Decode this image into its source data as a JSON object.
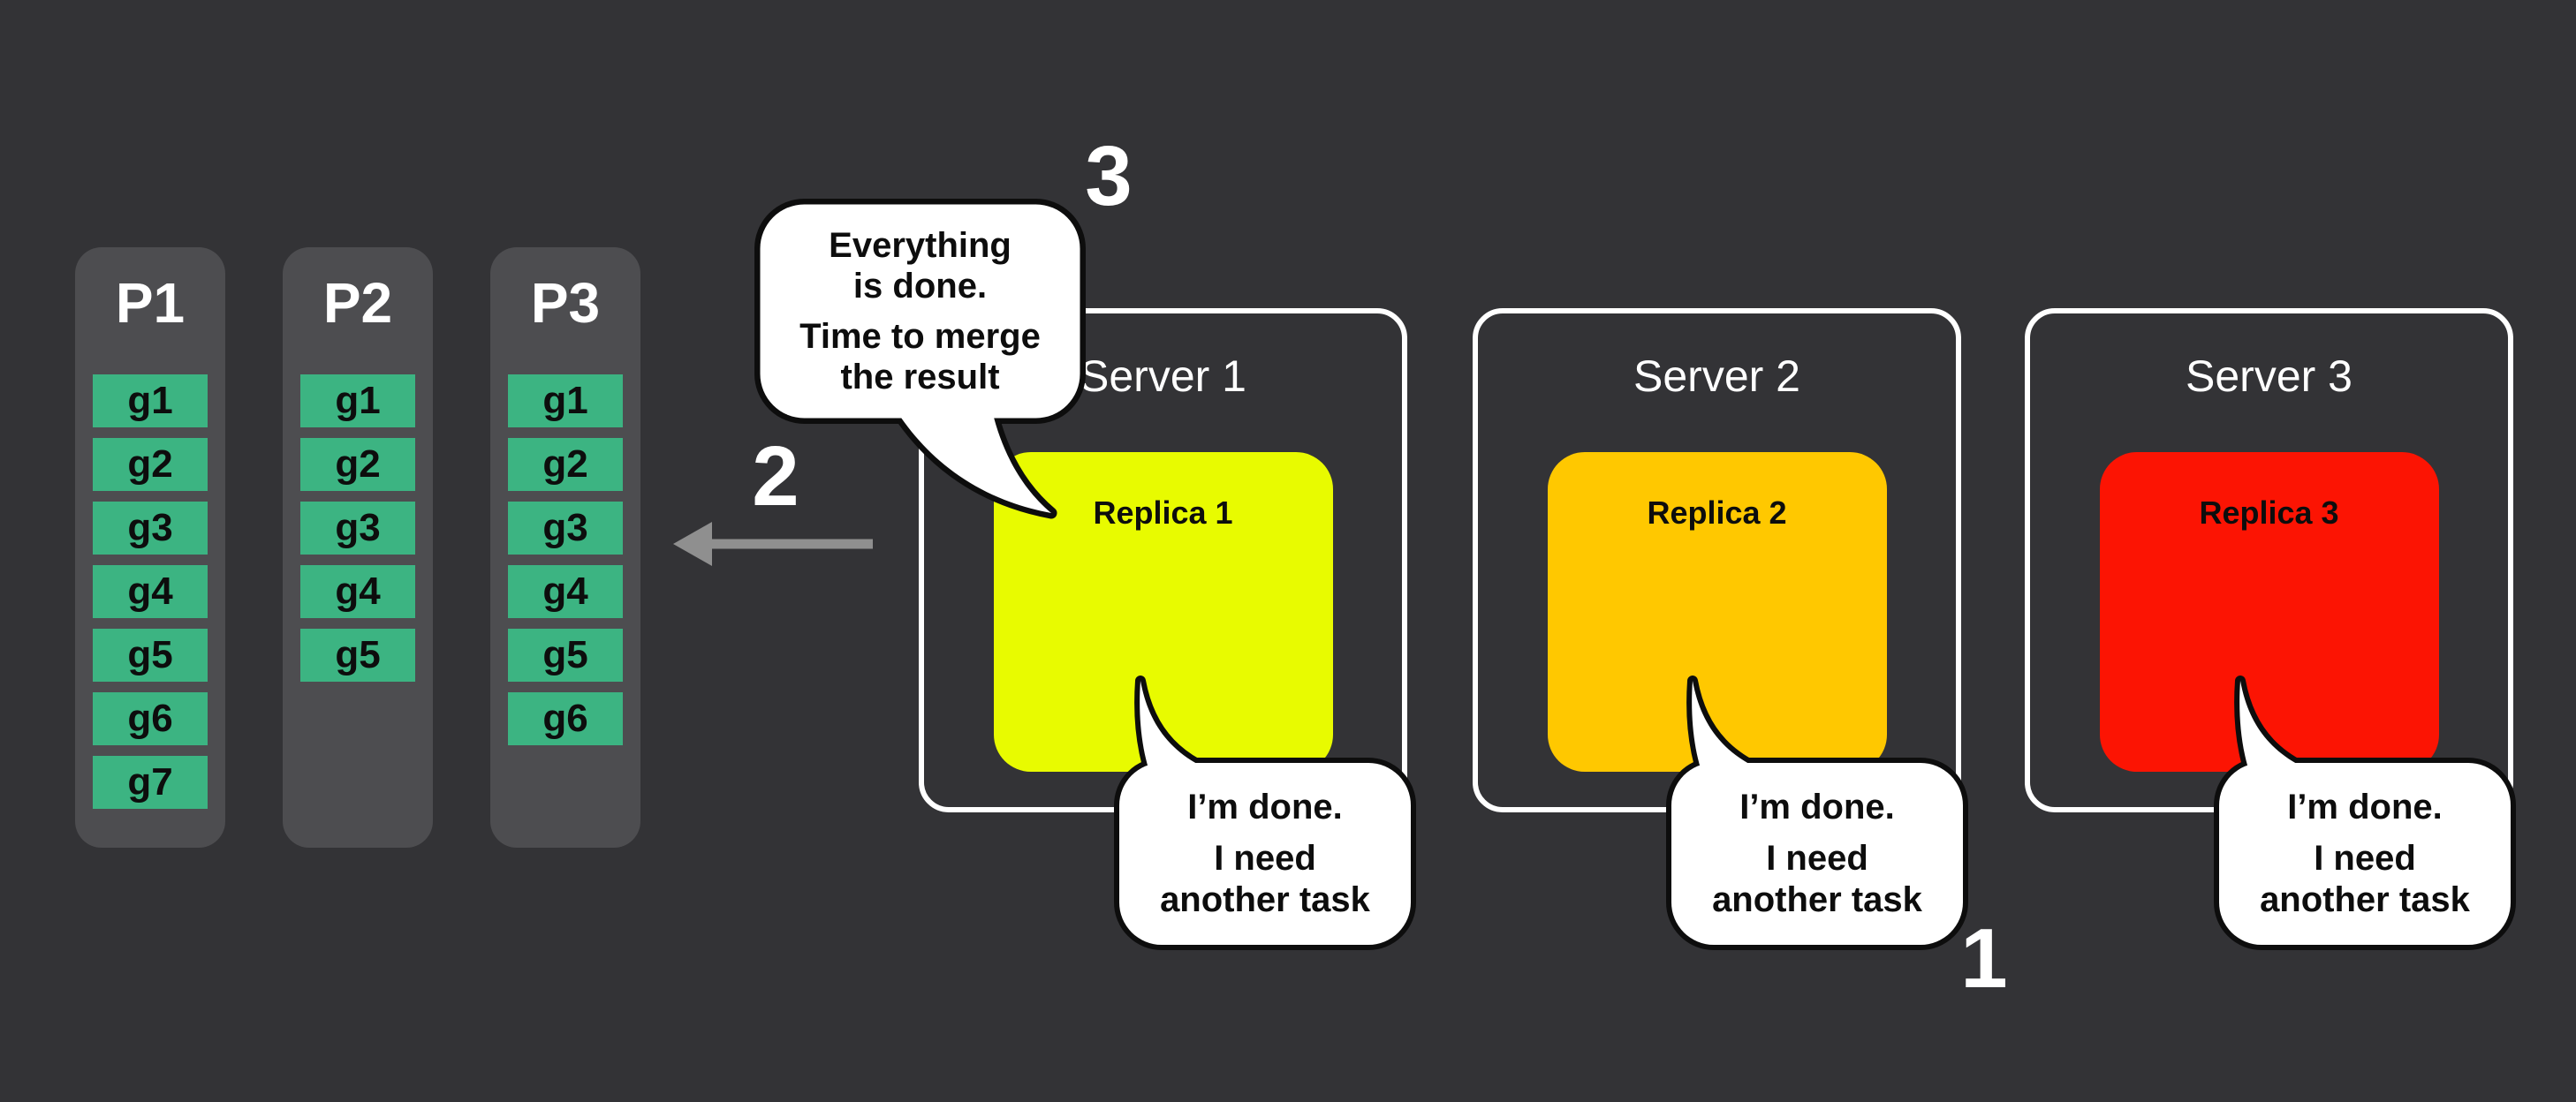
{
  "canvas": {
    "background": "#333336"
  },
  "partitions": {
    "panel_color": "#4d4d50",
    "chip_color": "#3cb482",
    "items": [
      {
        "label": "P1",
        "chips": [
          "g1",
          "g2",
          "g3",
          "g4",
          "g5",
          "g6",
          "g7"
        ]
      },
      {
        "label": "P2",
        "chips": [
          "g1",
          "g2",
          "g3",
          "g4",
          "g5"
        ]
      },
      {
        "label": "P3",
        "chips": [
          "g1",
          "g2",
          "g3",
          "g4",
          "g5",
          "g6"
        ]
      }
    ]
  },
  "servers": [
    {
      "label": "Server 1",
      "replica": {
        "label": "Replica 1",
        "color": "#e8fb00"
      }
    },
    {
      "label": "Server 2",
      "replica": {
        "label": "Replica 2",
        "color": "#ffc800"
      }
    },
    {
      "label": "Server 3",
      "replica": {
        "label": "Replica 3",
        "color": "#fc1403"
      }
    }
  ],
  "bubbles": {
    "merge": {
      "line1": "Everything",
      "line2": "is done.",
      "line3": "Time to merge",
      "line4": "the result"
    },
    "done": {
      "line1": "I’m done.",
      "line2": "I need",
      "line3": "another task"
    }
  },
  "steps": {
    "request": "1",
    "assign": "2",
    "merge": "3"
  },
  "arrow": {
    "color": "#8f8f8f",
    "direction": "left"
  }
}
